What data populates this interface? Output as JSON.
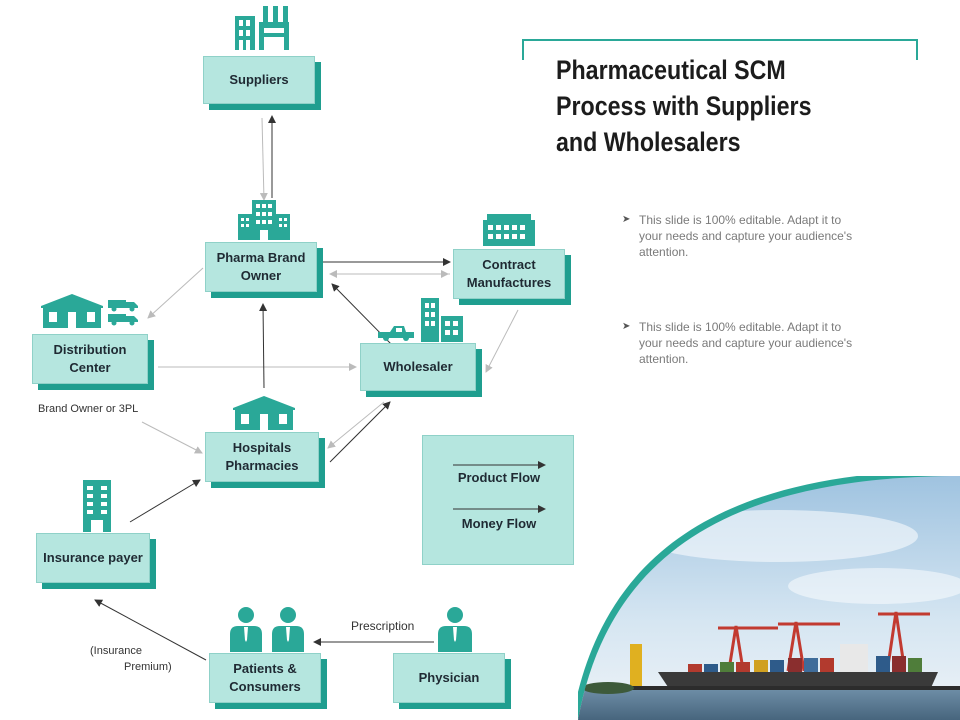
{
  "title": "Pharmaceutical SCM Process with Suppliers and Wholesalers",
  "bullets": [
    "This slide is 100% editable. Adapt it to your needs and capture your audience's attention.",
    "This slide is 100% editable. Adapt it to your needs and capture your audience's attention."
  ],
  "nodes": {
    "suppliers": "Suppliers",
    "pharma_brand_owner": "Pharma Brand Owner",
    "contract_manufactures": "Contract Manufactures",
    "distribution_center": "Distribution Center",
    "wholesaler": "Wholesaler",
    "hospitals_pharmacies": "Hospitals Pharmacies",
    "insurance_payer": "Insurance payer",
    "patients_consumers": "Patients & Consumers",
    "physician": "Physician"
  },
  "labels": {
    "brand_owner_3pl": "Brand Owner or 3PL",
    "prescription": "Prescription",
    "insurance_premium_line1": "(Insurance",
    "insurance_premium_line2": "Premium)"
  },
  "legend": {
    "product_flow": "Product Flow",
    "money_flow": "Money Flow"
  },
  "colors": {
    "teal": "#2aa898",
    "node_fill": "#b5e6df",
    "node_shadow": "#1f9e8f",
    "money_arrow": "#bbbbbb",
    "product_arrow": "#333333"
  }
}
